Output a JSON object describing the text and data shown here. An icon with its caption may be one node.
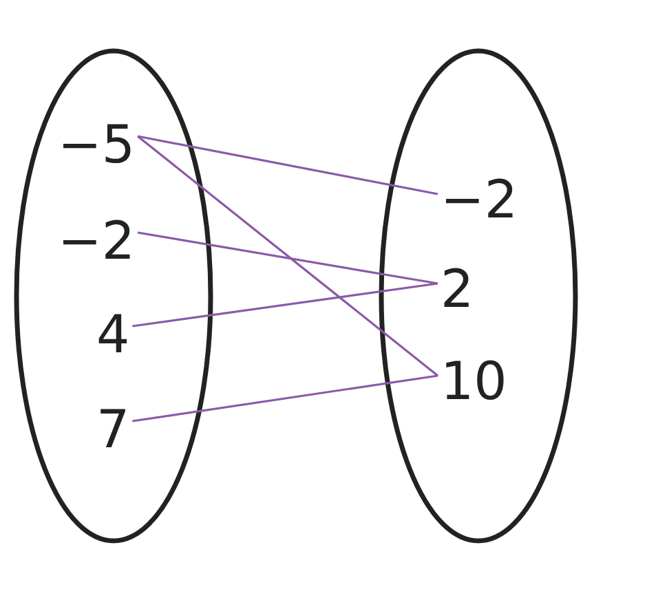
{
  "diagram": {
    "nodes": [
      {
        "text": [],
        "shape": "ellipse"
      },
      {
        "text": [
          "−5"
        ],
        "in": 0
      },
      {
        "text": [
          "−2"
        ],
        "in": 0
      },
      {
        "text": [
          "4"
        ],
        "in": 0
      },
      {
        "text": [
          "7"
        ],
        "in": 0
      },
      {
        "text": [],
        "shape": "ellipse"
      },
      {
        "text": [
          "−2"
        ],
        "in": 5
      },
      {
        "text": [
          "2"
        ],
        "in": 5
      },
      {
        "text": [
          "10"
        ],
        "in": 5
      }
    ],
    "edges": [
      {
        "from": 1,
        "to": 6,
        "arrow": "none"
      },
      {
        "from": 1,
        "to": 8,
        "arrow": "none"
      },
      {
        "from": 2,
        "to": 7,
        "arrow": "none"
      },
      {
        "from": 3,
        "to": 7,
        "arrow": "none"
      },
      {
        "from": 4,
        "to": 8,
        "arrow": "none"
      }
    ]
  }
}
